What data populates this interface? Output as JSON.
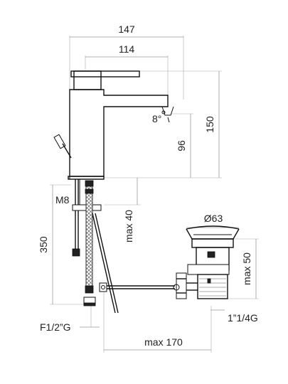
{
  "dimensions": {
    "overall_width": "147",
    "spout_reach": "114",
    "total_height": "150",
    "spout_height": "96",
    "connection_size": "M8",
    "max_deck_thickness": "max 40",
    "hose_length": "350",
    "inlet_thread": "F1/2”G",
    "waste_reach": "max 170",
    "waste_diameter": "Ø63",
    "waste_height": "max 50",
    "waste_thread": "1”1/4G",
    "spout_angle": "8°"
  },
  "colors": {
    "line": "#111111",
    "dimension": "#999999",
    "text": "#222222"
  }
}
